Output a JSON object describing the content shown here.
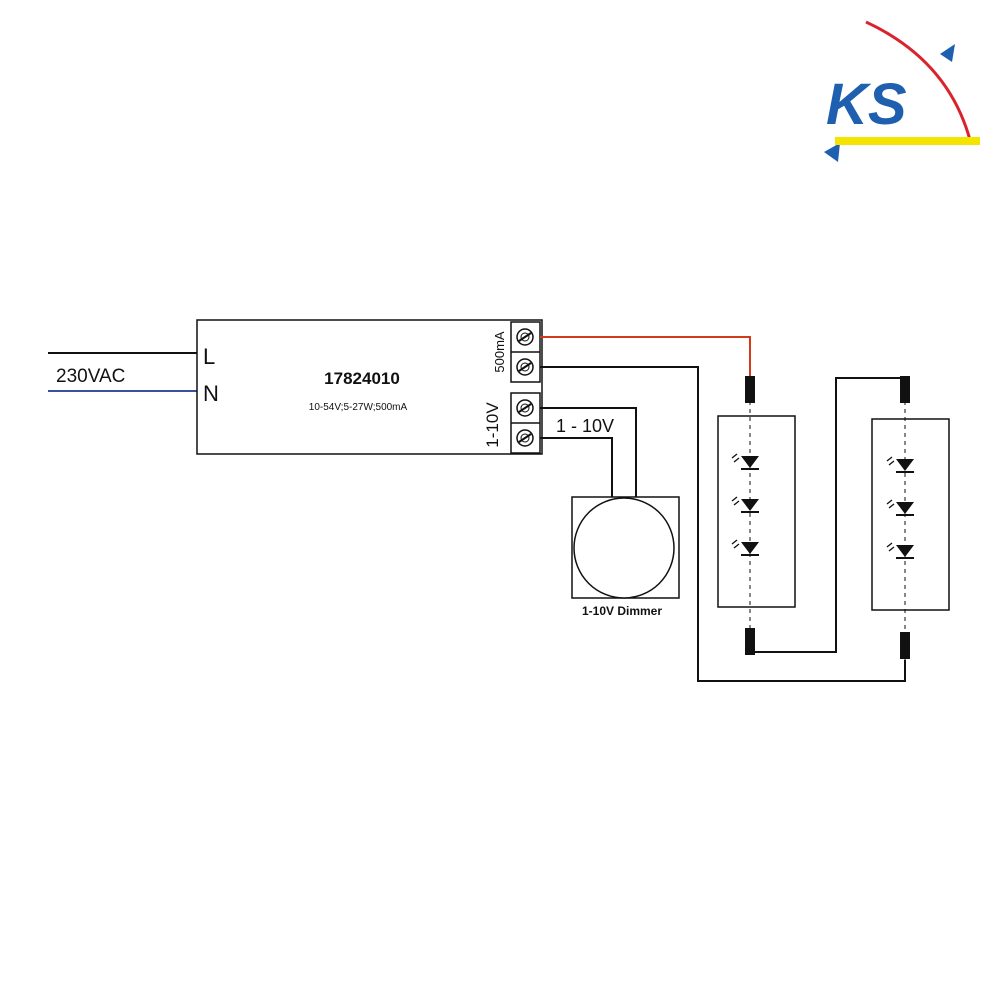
{
  "logo": {
    "text": "KS"
  },
  "mains": {
    "voltage_label": "230VAC",
    "live_label": "L",
    "neutral_label": "N"
  },
  "driver": {
    "model": "17824010",
    "spec": "10-54V;5-27W;500mA",
    "output_label": "500mA",
    "dim_input_label": "1-10V"
  },
  "dim_wire": {
    "label": "1 - 10V"
  },
  "dimmer": {
    "label": "1-10V Dimmer"
  },
  "wire_colors": {
    "black": "#111111",
    "red": "#d23a1a",
    "blue": "#3b4fa0",
    "logo_red": "#d9232d",
    "logo_blue": "#1f5fb0",
    "logo_yellow": "#f5e300"
  }
}
